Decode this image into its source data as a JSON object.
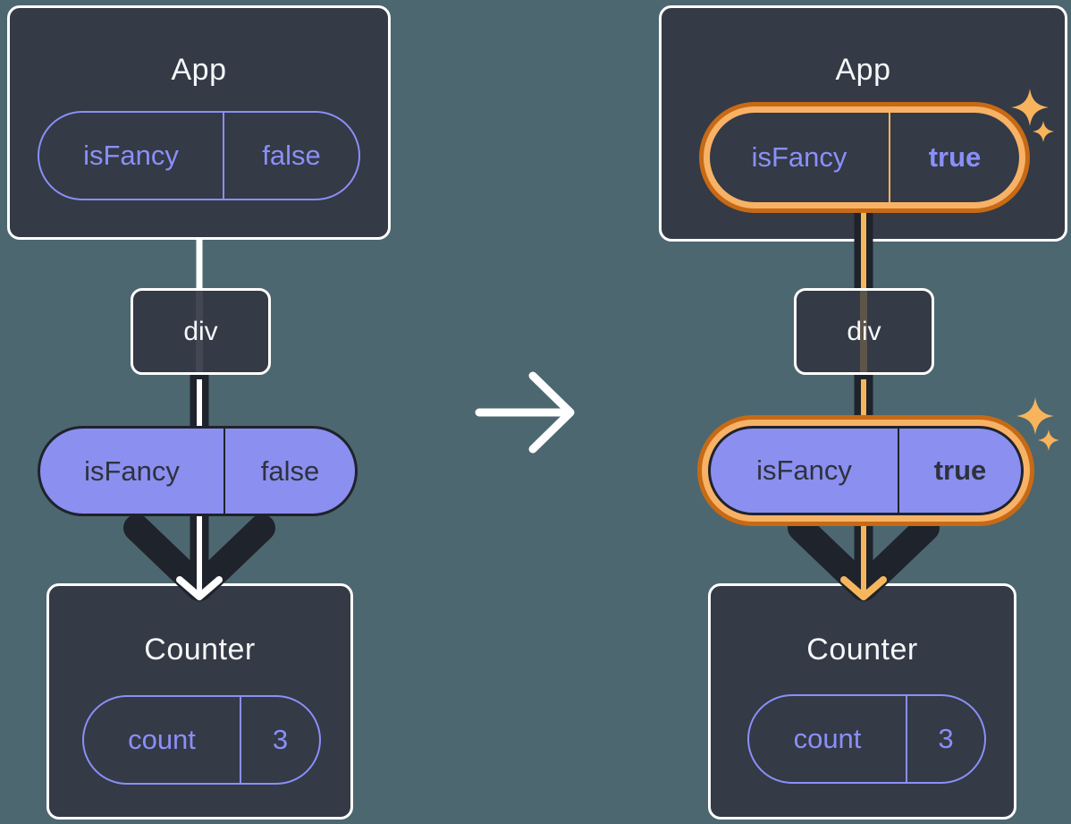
{
  "panels": {
    "before": {
      "app": {
        "title": "App",
        "state_name": "isFancy",
        "state_value": "false"
      },
      "div_label": "div",
      "prop": {
        "name": "isFancy",
        "value": "false"
      },
      "counter": {
        "title": "Counter",
        "state_name": "count",
        "state_value": "3"
      }
    },
    "after": {
      "app": {
        "title": "App",
        "state_name": "isFancy",
        "state_value": "true"
      },
      "div_label": "div",
      "prop": {
        "name": "isFancy",
        "value": "true"
      },
      "counter": {
        "title": "Counter",
        "state_name": "count",
        "state_value": "3"
      }
    }
  },
  "icons": {
    "transition_arrow": "right-arrow-icon",
    "app_sparkles": "sparkles-icon",
    "prop_sparkles": "sparkles-icon"
  },
  "colors": {
    "background": "#4C6770",
    "box_fill": "#343A46",
    "box_border": "#FFFFFF",
    "purple": "#8A8FF8",
    "pill_fill": "#8B8FF0",
    "pill_text_dark": "#2E323C",
    "connector_dark": "#1F232B",
    "highlight_outer": "#C76A15",
    "highlight_inner": "#F8B266",
    "highlight_line": "#F6B75C",
    "sparkle": "#F7B45C",
    "title_text": "#F6F7F9"
  }
}
